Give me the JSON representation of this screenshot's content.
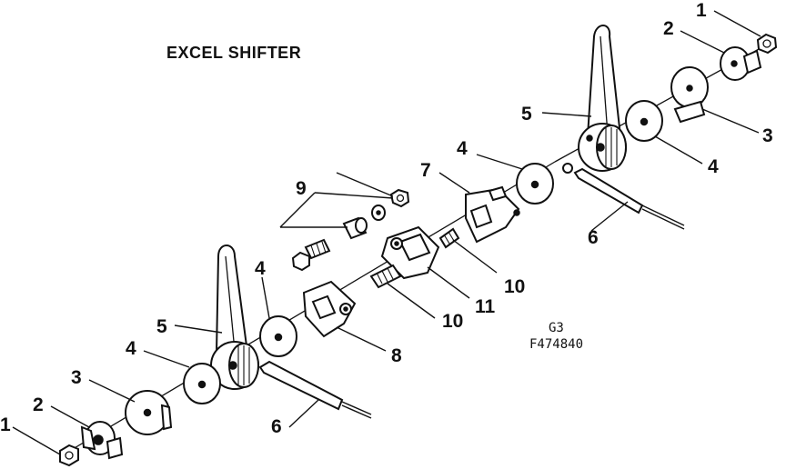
{
  "diagram": {
    "title": "EXCEL SHIFTER",
    "code_line1": "G3",
    "code_line2": "F474840",
    "labels": {
      "l1_top": "1",
      "l2_top": "2",
      "l3_top": "3",
      "l4_top_a": "4",
      "l4_top_b": "4",
      "l5_top": "5",
      "l6_top": "6",
      "l7": "7",
      "l9": "9",
      "l10_a": "10",
      "l10_b": "10",
      "l11": "11",
      "l8": "8",
      "l4_mid": "4",
      "l5_bot": "5",
      "l4_bot": "4",
      "l3_bot": "3",
      "l2_bot": "2",
      "l1_bot": "1",
      "l6_bot": "6"
    }
  }
}
